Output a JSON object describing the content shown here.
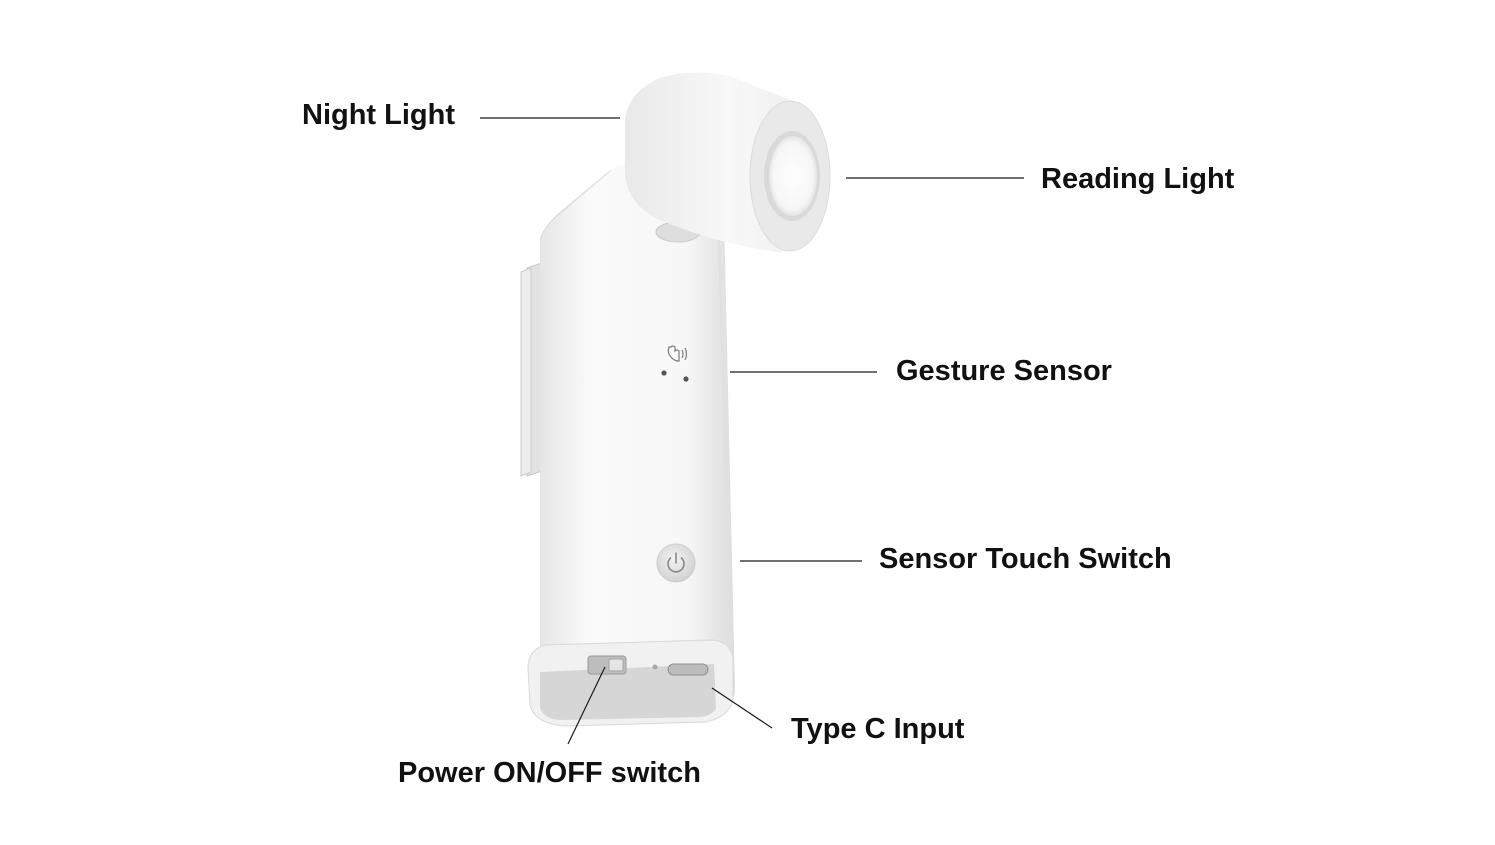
{
  "labels": {
    "night_light": "Night Light",
    "reading_light": "Reading Light",
    "gesture_sensor": "Gesture Sensor",
    "sensor_touch_switch": "Sensor Touch Switch",
    "type_c_input": "Type C Input",
    "power_switch": "Power ON/OFF switch"
  },
  "colors": {
    "background": "#ffffff",
    "device_body": "#f4f4f4",
    "device_shadow": "#d9d9d9",
    "lens": "#ffffff",
    "leader_line": "#1a1a1a",
    "label_text": "#111111"
  },
  "icons": {
    "gesture": "hand-wave-icon",
    "power": "power-icon"
  }
}
